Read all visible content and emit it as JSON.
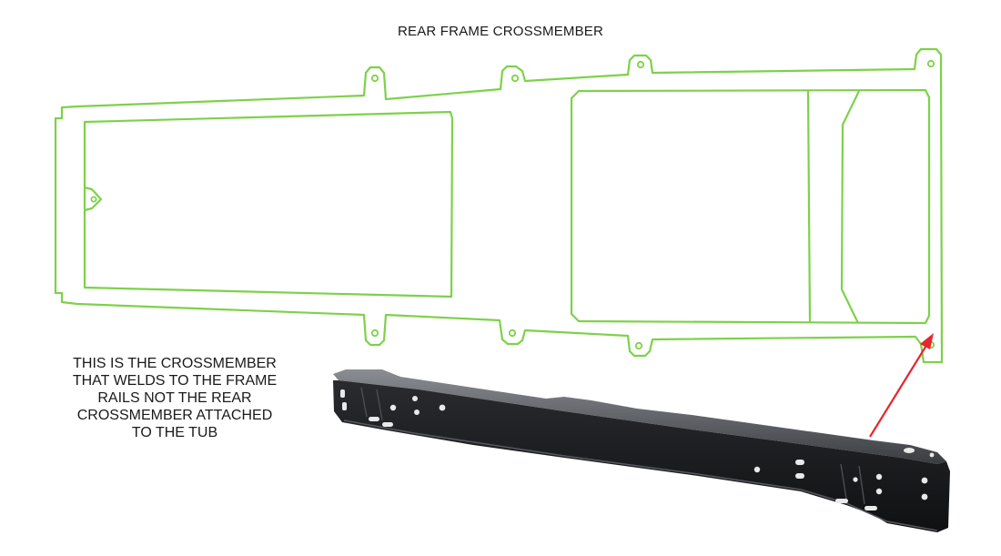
{
  "diagram": {
    "title": "REAR FRAME CROSSMEMBER",
    "callout_lines": [
      "THIS IS THE CROSSMEMBER",
      "THAT WELDS TO THE FRAME",
      "RAILS NOT THE REAR",
      "CROSSMEMBER ATTACHED",
      "TO THE TUB"
    ]
  },
  "colors": {
    "frame_outline": "#7dd14a",
    "arrow": "#e8262c",
    "crossmember_body": "#1c1d20",
    "crossmember_highlight": "#6b6e73",
    "text": "#1a1a1a"
  }
}
